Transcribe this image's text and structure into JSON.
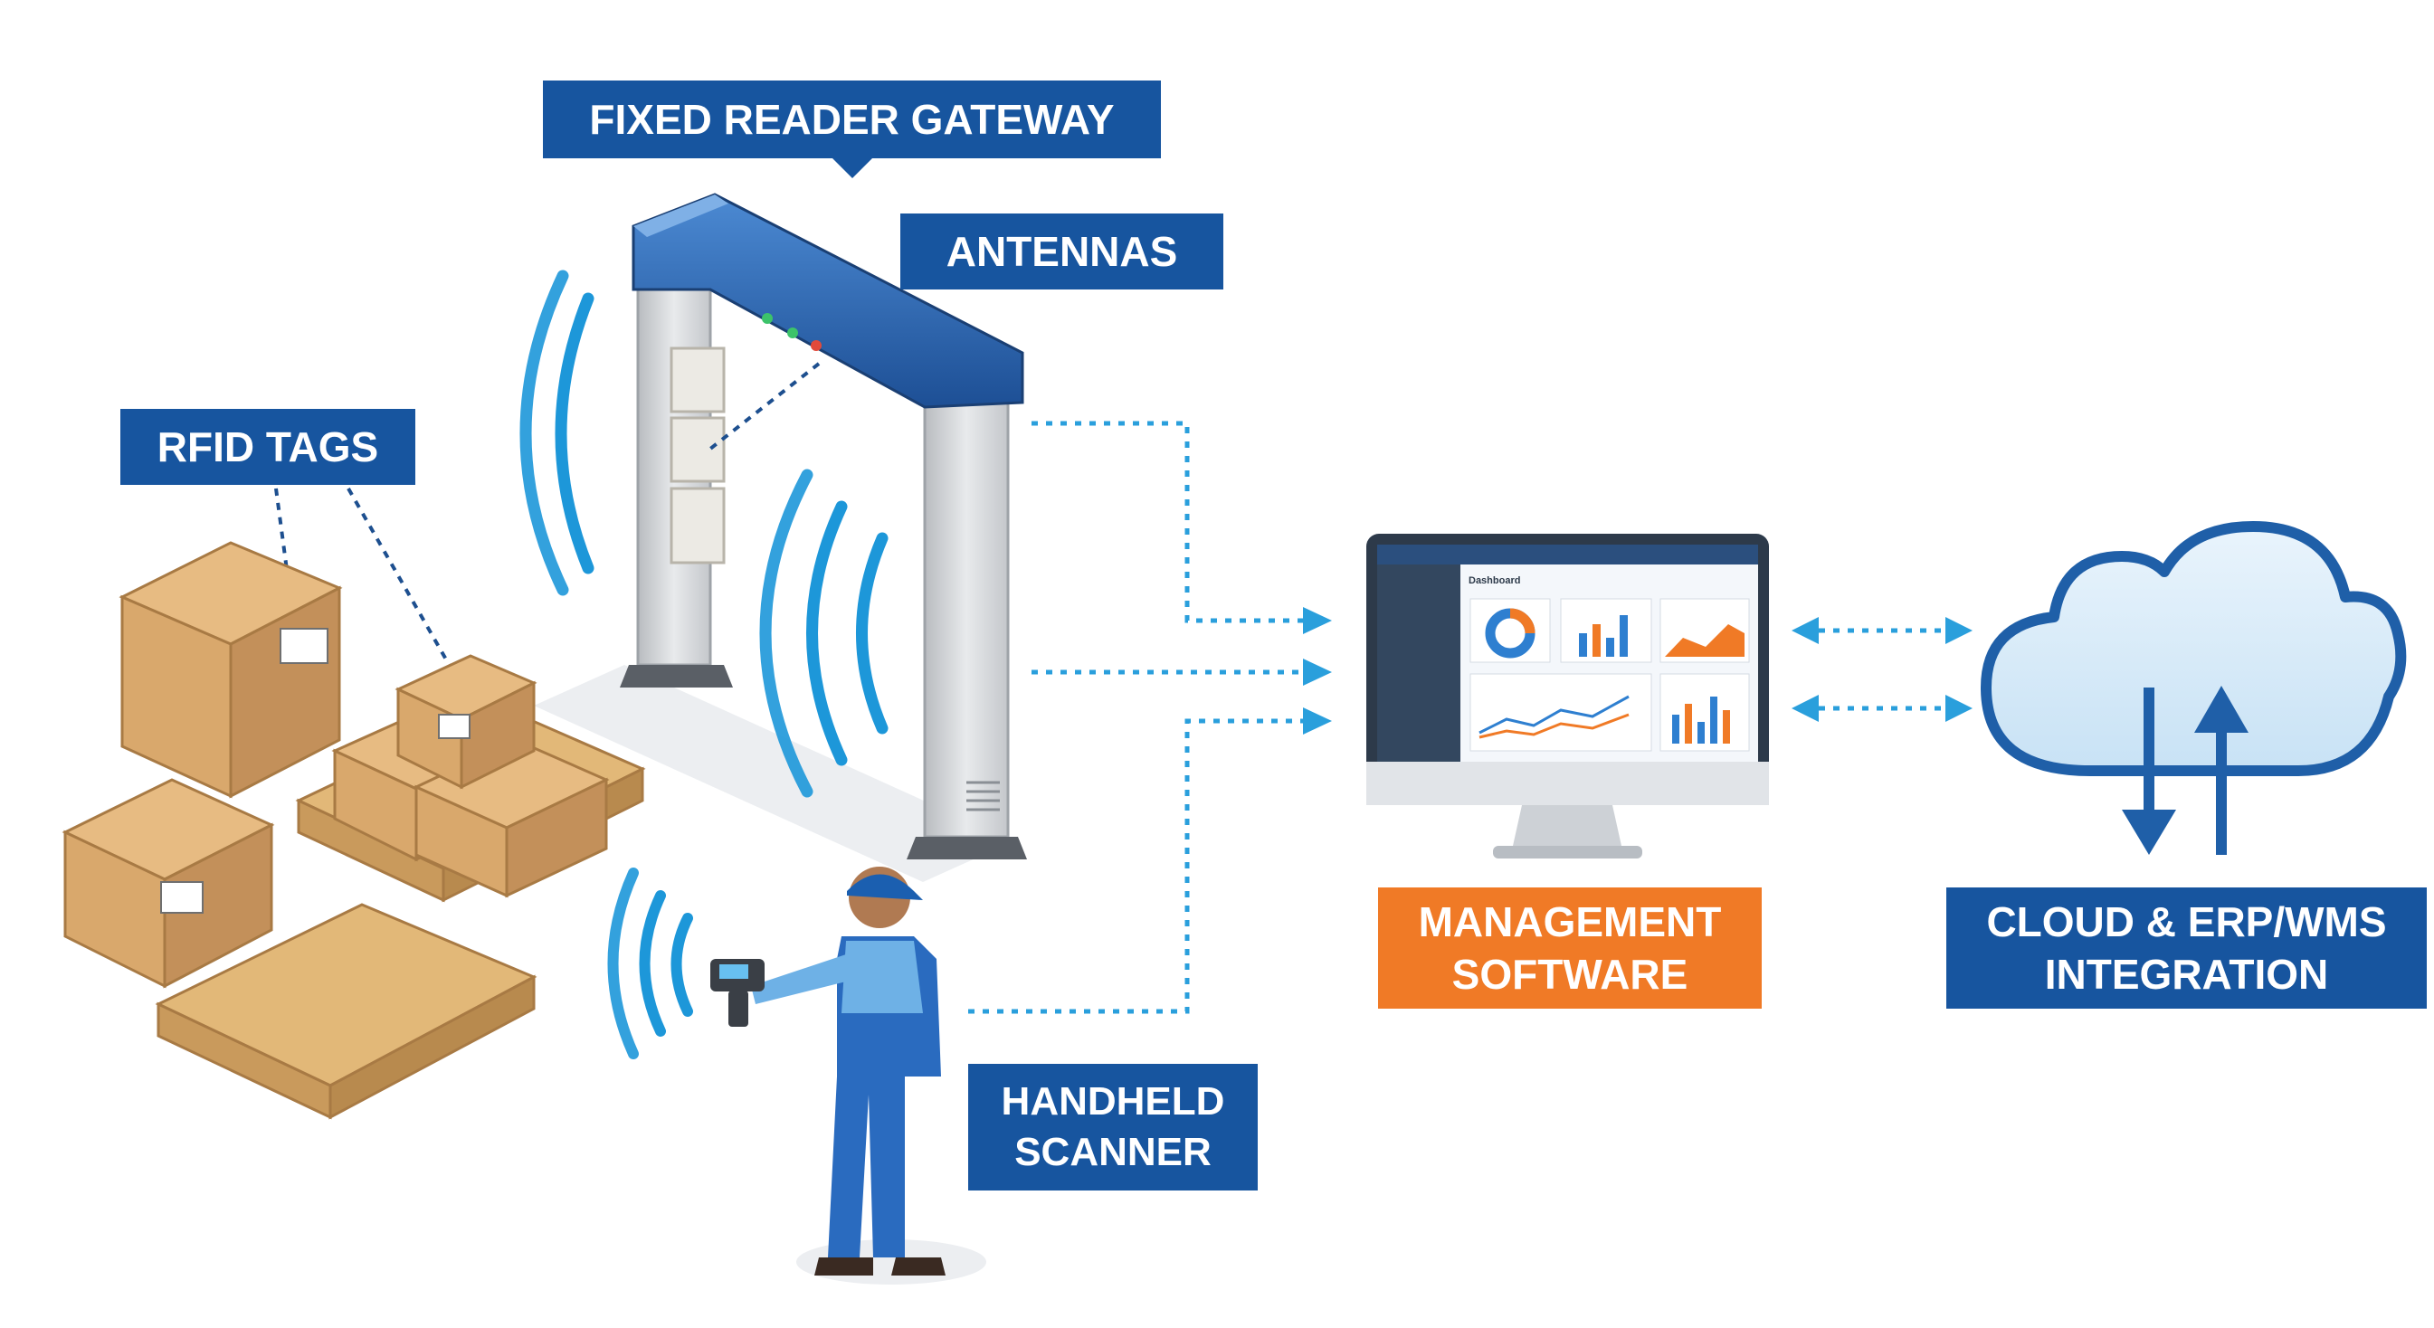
{
  "labels": {
    "fixed_reader_gateway": "FIXED READER GATEWAY",
    "antennas": "ANTENNAS",
    "rfid_tags": "RFID TAGS",
    "handheld_scanner": [
      "HANDHELD",
      "SCANNER"
    ],
    "management_software": [
      "MANAGEMENT",
      "SOFTWARE"
    ],
    "cloud_integration": [
      "CLOUD & ERP/WMS",
      "INTEGRATION"
    ]
  },
  "monitor": {
    "screen_title": "Dashboard"
  },
  "colors": {
    "label_blue": "#17559f",
    "label_orange": "#f07a26",
    "link_blue": "#2a9fdc",
    "signal_blue": "#1d97d9",
    "gate_blue": "#2366b5",
    "box_brown": "#d9a86c",
    "pallet_wood": "#e2b878",
    "cloud_fill": "#d6ebf8",
    "cloud_stroke": "#1f5fa8"
  },
  "icons": [
    "signal-wave-icon",
    "cloud-icon",
    "sync-arrows-icon",
    "monitor-icon",
    "barcode-tag-icon"
  ]
}
